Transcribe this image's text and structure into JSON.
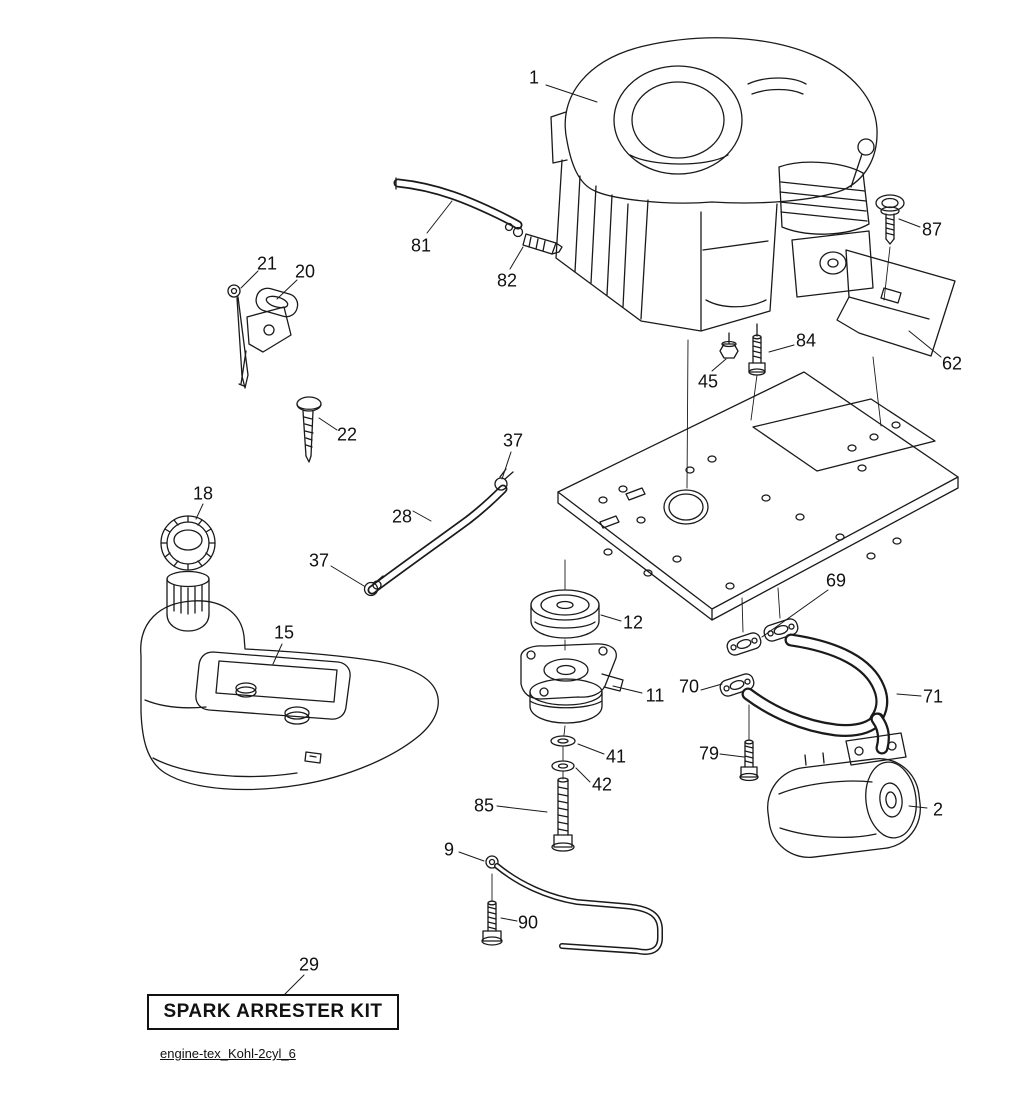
{
  "diagram": {
    "kit_label": "SPARK ARRESTER KIT",
    "footer": "engine-tex_Kohl-2cyl_6",
    "colors": {
      "ink": "#111111",
      "background": "#ffffff"
    },
    "callouts": [
      {
        "label": "1"
      },
      {
        "label": "81"
      },
      {
        "label": "82"
      },
      {
        "label": "87"
      },
      {
        "label": "21"
      },
      {
        "label": "20"
      },
      {
        "label": "84"
      },
      {
        "label": "62"
      },
      {
        "label": "45"
      },
      {
        "label": "22"
      },
      {
        "label": "37"
      },
      {
        "label": "28"
      },
      {
        "label": "18"
      },
      {
        "label": "37"
      },
      {
        "label": "15"
      },
      {
        "label": "12"
      },
      {
        "label": "69"
      },
      {
        "label": "11"
      },
      {
        "label": "70"
      },
      {
        "label": "71"
      },
      {
        "label": "41"
      },
      {
        "label": "79"
      },
      {
        "label": "42"
      },
      {
        "label": "2"
      },
      {
        "label": "85"
      },
      {
        "label": "9"
      },
      {
        "label": "90"
      },
      {
        "label": "29"
      }
    ]
  }
}
